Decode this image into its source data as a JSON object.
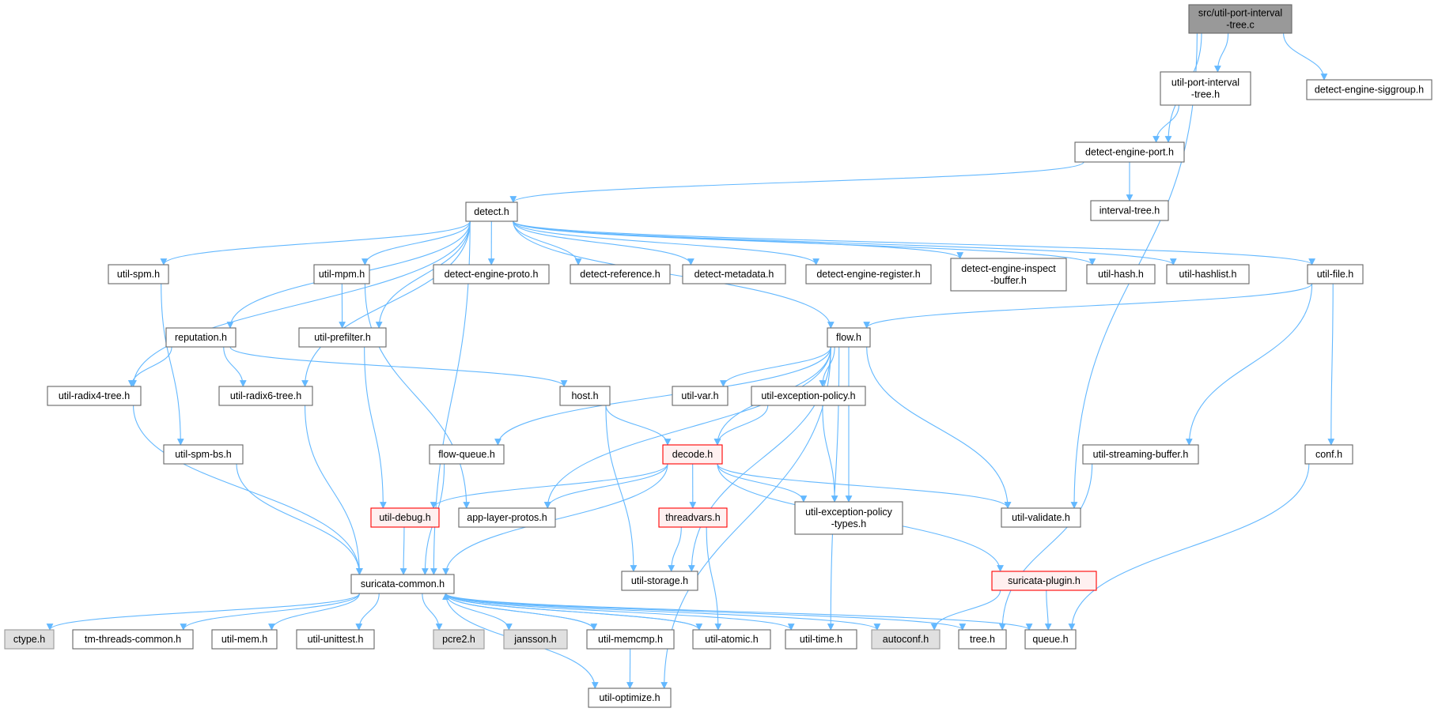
{
  "colors": {
    "edge": "#63b8ff",
    "node_border": "#666666",
    "node_fill": "#ffffff",
    "root_fill": "#999999",
    "system_fill": "#e0e0e0",
    "system_border": "#999999",
    "truncated_border": "#ff0000",
    "truncated_fill": "#fff0f0"
  },
  "nodes": [
    {
      "id": "root",
      "lines": [
        "src/util-port-interval",
        "-tree.c"
      ],
      "kind": "root"
    },
    {
      "id": "upit_h",
      "lines": [
        "util-port-interval",
        "-tree.h"
      ],
      "kind": "normal"
    },
    {
      "id": "desig",
      "lines": [
        "detect-engine-siggroup.h"
      ],
      "kind": "normal"
    },
    {
      "id": "dep",
      "lines": [
        "detect-engine-port.h"
      ],
      "kind": "normal"
    },
    {
      "id": "itree",
      "lines": [
        "interval-tree.h"
      ],
      "kind": "normal"
    },
    {
      "id": "detect",
      "lines": [
        "detect.h"
      ],
      "kind": "normal"
    },
    {
      "id": "spm",
      "lines": [
        "util-spm.h"
      ],
      "kind": "normal"
    },
    {
      "id": "mpm",
      "lines": [
        "util-mpm.h"
      ],
      "kind": "normal"
    },
    {
      "id": "dproto",
      "lines": [
        "detect-engine-proto.h"
      ],
      "kind": "normal"
    },
    {
      "id": "dref",
      "lines": [
        "detect-reference.h"
      ],
      "kind": "normal"
    },
    {
      "id": "dmeta",
      "lines": [
        "detect-metadata.h"
      ],
      "kind": "normal"
    },
    {
      "id": "dreg",
      "lines": [
        "detect-engine-register.h"
      ],
      "kind": "normal"
    },
    {
      "id": "dinsp",
      "lines": [
        "detect-engine-inspect",
        "-buffer.h"
      ],
      "kind": "normal"
    },
    {
      "id": "uhash",
      "lines": [
        "util-hash.h"
      ],
      "kind": "normal"
    },
    {
      "id": "uhashlist",
      "lines": [
        "util-hashlist.h"
      ],
      "kind": "normal"
    },
    {
      "id": "ufile",
      "lines": [
        "util-file.h"
      ],
      "kind": "normal"
    },
    {
      "id": "rep",
      "lines": [
        "reputation.h"
      ],
      "kind": "normal"
    },
    {
      "id": "prefilter",
      "lines": [
        "util-prefilter.h"
      ],
      "kind": "normal"
    },
    {
      "id": "flow",
      "lines": [
        "flow.h"
      ],
      "kind": "normal"
    },
    {
      "id": "radix4",
      "lines": [
        "util-radix4-tree.h"
      ],
      "kind": "normal"
    },
    {
      "id": "radix6",
      "lines": [
        "util-radix6-tree.h"
      ],
      "kind": "normal"
    },
    {
      "id": "host",
      "lines": [
        "host.h"
      ],
      "kind": "normal"
    },
    {
      "id": "uvar",
      "lines": [
        "util-var.h"
      ],
      "kind": "normal"
    },
    {
      "id": "uexc",
      "lines": [
        "util-exception-policy.h"
      ],
      "kind": "normal"
    },
    {
      "id": "spmbs",
      "lines": [
        "util-spm-bs.h"
      ],
      "kind": "normal"
    },
    {
      "id": "fq",
      "lines": [
        "flow-queue.h"
      ],
      "kind": "normal"
    },
    {
      "id": "decode",
      "lines": [
        "decode.h"
      ],
      "kind": "truncated"
    },
    {
      "id": "usb",
      "lines": [
        "util-streaming-buffer.h"
      ],
      "kind": "normal"
    },
    {
      "id": "conf",
      "lines": [
        "conf.h"
      ],
      "kind": "normal"
    },
    {
      "id": "udebug",
      "lines": [
        "util-debug.h"
      ],
      "kind": "truncated"
    },
    {
      "id": "alp",
      "lines": [
        "app-layer-protos.h"
      ],
      "kind": "normal"
    },
    {
      "id": "tv",
      "lines": [
        "threadvars.h"
      ],
      "kind": "truncated"
    },
    {
      "id": "uexct",
      "lines": [
        "util-exception-policy",
        "-types.h"
      ],
      "kind": "normal"
    },
    {
      "id": "uval",
      "lines": [
        "util-validate.h"
      ],
      "kind": "normal"
    },
    {
      "id": "sc",
      "lines": [
        "suricata-common.h"
      ],
      "kind": "normal"
    },
    {
      "id": "ustor",
      "lines": [
        "util-storage.h"
      ],
      "kind": "normal"
    },
    {
      "id": "splug",
      "lines": [
        "suricata-plugin.h"
      ],
      "kind": "truncated"
    },
    {
      "id": "ctype",
      "lines": [
        "ctype.h"
      ],
      "kind": "system"
    },
    {
      "id": "tmtc",
      "lines": [
        "tm-threads-common.h"
      ],
      "kind": "normal"
    },
    {
      "id": "umem",
      "lines": [
        "util-mem.h"
      ],
      "kind": "normal"
    },
    {
      "id": "uut",
      "lines": [
        "util-unittest.h"
      ],
      "kind": "normal"
    },
    {
      "id": "pcre2",
      "lines": [
        "pcre2.h"
      ],
      "kind": "system"
    },
    {
      "id": "jansson",
      "lines": [
        "jansson.h"
      ],
      "kind": "system"
    },
    {
      "id": "umemcmp",
      "lines": [
        "util-memcmp.h"
      ],
      "kind": "normal"
    },
    {
      "id": "uatom",
      "lines": [
        "util-atomic.h"
      ],
      "kind": "normal"
    },
    {
      "id": "utime",
      "lines": [
        "util-time.h"
      ],
      "kind": "normal"
    },
    {
      "id": "autoconf",
      "lines": [
        "autoconf.h"
      ],
      "kind": "system"
    },
    {
      "id": "tree",
      "lines": [
        "tree.h"
      ],
      "kind": "normal"
    },
    {
      "id": "queue",
      "lines": [
        "queue.h"
      ],
      "kind": "normal"
    },
    {
      "id": "uopt",
      "lines": [
        "util-optimize.h"
      ],
      "kind": "normal"
    }
  ],
  "edges": [
    [
      "root",
      "upit_h"
    ],
    [
      "root",
      "desig"
    ],
    [
      "root",
      "dep"
    ],
    [
      "root",
      "uval"
    ],
    [
      "upit_h",
      "dep"
    ],
    [
      "dep",
      "detect"
    ],
    [
      "dep",
      "itree"
    ],
    [
      "detect",
      "spm"
    ],
    [
      "detect",
      "mpm"
    ],
    [
      "detect",
      "dproto"
    ],
    [
      "detect",
      "dref"
    ],
    [
      "detect",
      "dmeta"
    ],
    [
      "detect",
      "dreg"
    ],
    [
      "detect",
      "dinsp"
    ],
    [
      "detect",
      "uhash"
    ],
    [
      "detect",
      "uhashlist"
    ],
    [
      "detect",
      "ufile"
    ],
    [
      "detect",
      "rep"
    ],
    [
      "detect",
      "prefilter"
    ],
    [
      "detect",
      "flow"
    ],
    [
      "detect",
      "radix4"
    ],
    [
      "detect",
      "radix6"
    ],
    [
      "detect",
      "sc"
    ],
    [
      "spm",
      "spmbs"
    ],
    [
      "mpm",
      "prefilter"
    ],
    [
      "mpm",
      "alp"
    ],
    [
      "ufile",
      "flow"
    ],
    [
      "ufile",
      "usb"
    ],
    [
      "ufile",
      "conf"
    ],
    [
      "rep",
      "radix4"
    ],
    [
      "rep",
      "radix6"
    ],
    [
      "rep",
      "host"
    ],
    [
      "prefilter",
      "udebug"
    ],
    [
      "flow",
      "fq"
    ],
    [
      "flow",
      "alp"
    ],
    [
      "flow",
      "decode"
    ],
    [
      "flow",
      "uvar"
    ],
    [
      "flow",
      "uexc"
    ],
    [
      "flow",
      "uexct"
    ],
    [
      "flow",
      "uval"
    ],
    [
      "flow",
      "ustor"
    ],
    [
      "flow",
      "utime"
    ],
    [
      "flow",
      "uopt"
    ],
    [
      "radix4",
      "sc"
    ],
    [
      "radix6",
      "sc"
    ],
    [
      "host",
      "decode"
    ],
    [
      "host",
      "ustor"
    ],
    [
      "uexc",
      "decode"
    ],
    [
      "uexc",
      "uexct"
    ],
    [
      "spmbs",
      "sc"
    ],
    [
      "fq",
      "sc"
    ],
    [
      "decode",
      "udebug"
    ],
    [
      "decode",
      "alp"
    ],
    [
      "decode",
      "tv"
    ],
    [
      "decode",
      "uexct"
    ],
    [
      "decode",
      "uval"
    ],
    [
      "decode",
      "sc"
    ],
    [
      "decode",
      "splug"
    ],
    [
      "usb",
      "tree"
    ],
    [
      "conf",
      "queue"
    ],
    [
      "udebug",
      "sc"
    ],
    [
      "tv",
      "ustor"
    ],
    [
      "tv",
      "uatom"
    ],
    [
      "splug",
      "autoconf"
    ],
    [
      "splug",
      "queue"
    ],
    [
      "sc",
      "ctype"
    ],
    [
      "sc",
      "tmtc"
    ],
    [
      "sc",
      "umem"
    ],
    [
      "sc",
      "uut"
    ],
    [
      "sc",
      "pcre2"
    ],
    [
      "sc",
      "jansson"
    ],
    [
      "sc",
      "umemcmp"
    ],
    [
      "sc",
      "uatom"
    ],
    [
      "sc",
      "utime"
    ],
    [
      "sc",
      "autoconf"
    ],
    [
      "sc",
      "tree"
    ],
    [
      "sc",
      "queue"
    ],
    [
      "sc",
      "uopt"
    ],
    [
      "umemcmp",
      "sc"
    ],
    [
      "umemcmp",
      "uopt"
    ],
    [
      "uatom",
      "sc"
    ]
  ]
}
